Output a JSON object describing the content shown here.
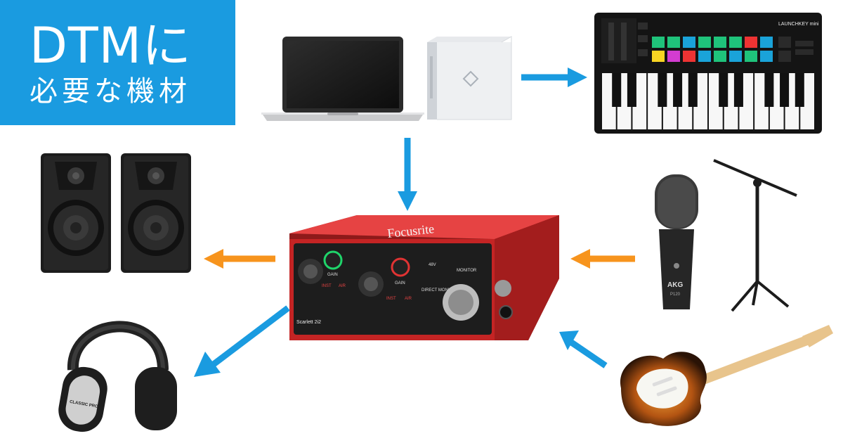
{
  "title": {
    "line1": "DTMに",
    "line2": "必要な機材"
  },
  "colors": {
    "accent": "#1a9be0",
    "arrow_blue": "#1a9be0",
    "arrow_orange": "#f7941d",
    "interface_red": "#d42a2a"
  },
  "labels": {
    "interface_brand": "Focusrite",
    "interface_model": "Scarlett 2i2",
    "gain_label": "GAIN",
    "monitor_label": "MONITOR",
    "direct_monitor_label": "DIRECT MONITOR",
    "phantom_label": "48V",
    "inst_label": "INST",
    "air_label": "AIR",
    "keyboard_brand": "LAUNCHKEY mini",
    "mic_brand": "AKG",
    "mic_model": "P120",
    "headphone_brand": "CLASSIC PRO"
  },
  "icons": [
    "laptop-icon",
    "software-box-icon",
    "midi-keyboard-icon",
    "studio-monitors-icon",
    "audio-interface-icon",
    "condenser-mic-icon",
    "mic-stand-icon",
    "headphones-icon",
    "electric-guitar-icon"
  ]
}
